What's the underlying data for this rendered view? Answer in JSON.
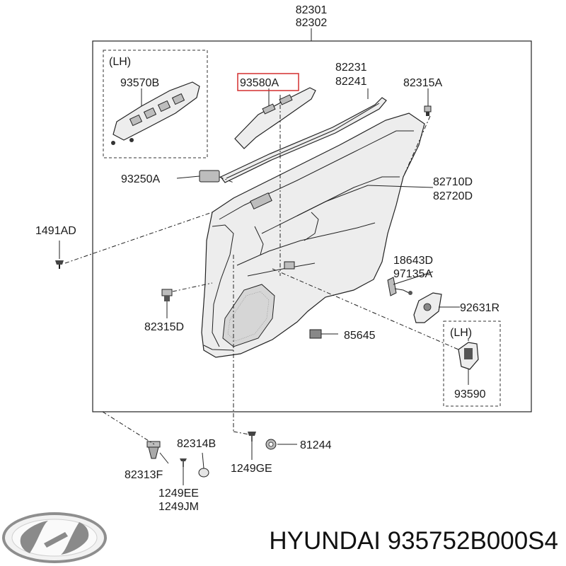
{
  "labels": {
    "panel_a": "82301",
    "panel_b": "82302",
    "lh_top": "(LH)",
    "switch_lh": "93570B",
    "switch_rh": "93580A",
    "strip_a": "82231",
    "strip_b": "82241",
    "clip_top": "82315A",
    "clip_small": "93250A",
    "trim_a": "82710D",
    "trim_b": "82720D",
    "screw_left": "1491AD",
    "lamp_a": "18643D",
    "lamp_b": "97135A",
    "switch_mirror": "92631R",
    "clip_left": "82315D",
    "grille": "85645",
    "lh_bottom": "(LH)",
    "bezel": "93590",
    "clip_b": "82314B",
    "nut": "81244",
    "clip_f": "82313F",
    "screw_ge": "1249GE",
    "screw_ee": "1249EE",
    "screw_jm": "1249JM"
  },
  "brand": {
    "caption": "HYUNDAI 935752B000S4",
    "logo": "hyundai-logo"
  },
  "colors": {
    "highlight": "#d32f2f"
  }
}
